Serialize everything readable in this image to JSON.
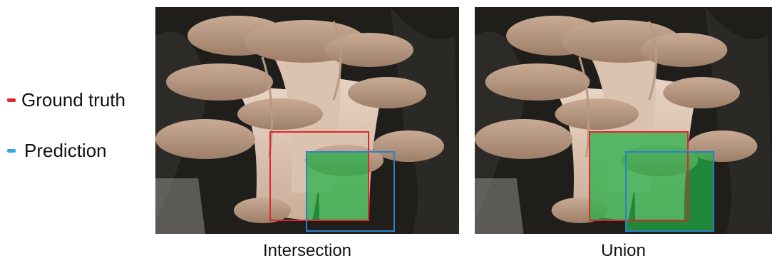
{
  "legend": {
    "items": [
      {
        "label": "Ground truth",
        "color": "#e0262b"
      },
      {
        "label": "Prediction",
        "color": "#2b82c8"
      }
    ]
  },
  "panels": [
    {
      "caption": "Intersection",
      "highlight": "intersection"
    },
    {
      "caption": "Union",
      "highlight": "union"
    }
  ],
  "colors": {
    "ground_truth": "#e0262b",
    "prediction": "#2b82c8",
    "highlight_fill": "#22b248"
  }
}
